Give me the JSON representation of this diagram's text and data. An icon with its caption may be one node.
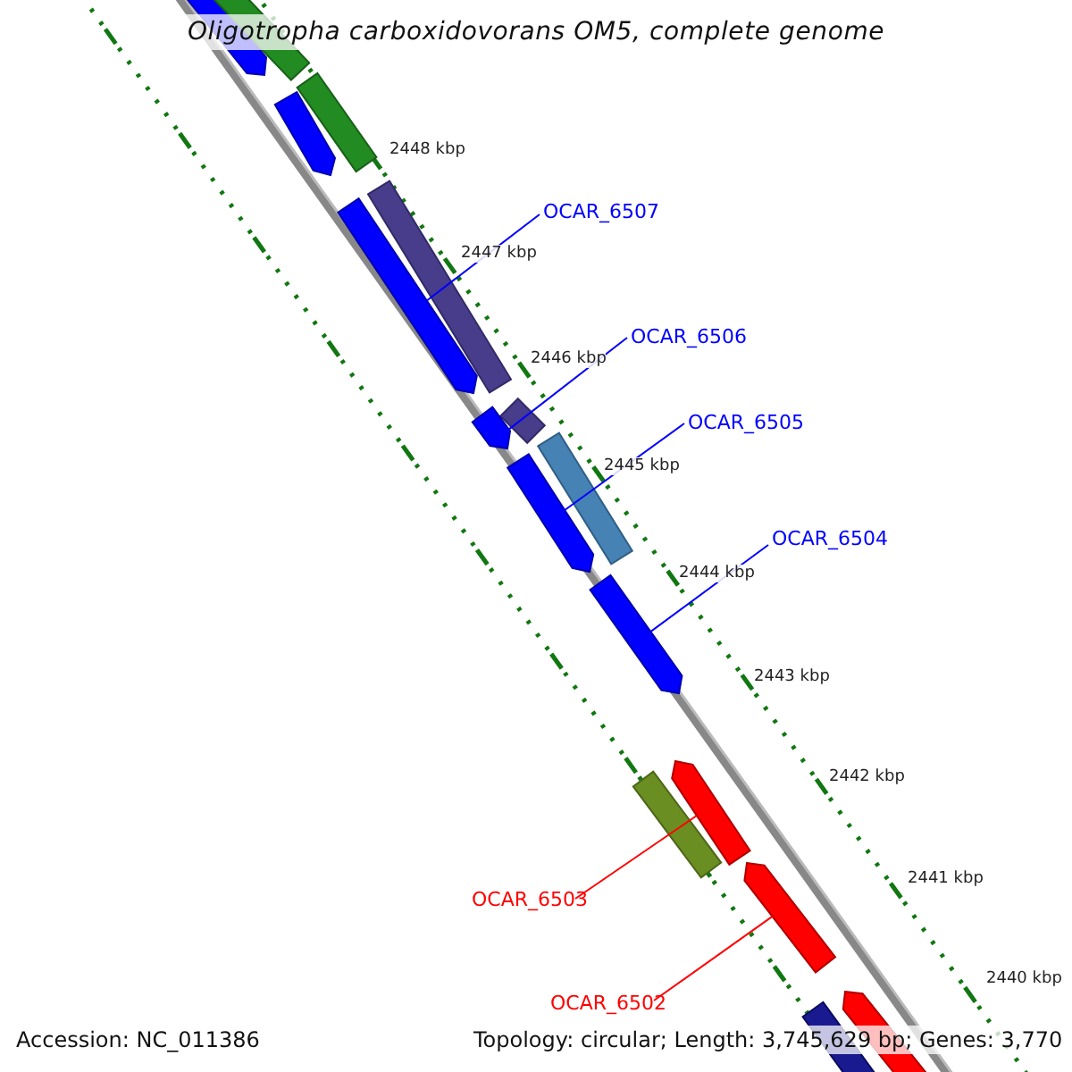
{
  "diagram": {
    "title": "Oligotropha carboxidovorans OM5, complete genome",
    "nodes": [
      {
        "text": [
          "OCAR_6507"
        ]
      },
      {
        "text": [
          "OCAR_6506"
        ]
      },
      {
        "text": [
          "OCAR_6505"
        ]
      },
      {
        "text": [
          "OCAR_6504"
        ]
      },
      {
        "text": [
          "OCAR_6503"
        ]
      },
      {
        "text": [
          "OCAR_6502"
        ]
      },
      {
        "text": [],
        "shape": "bar"
      },
      {
        "text": [],
        "shape": "bar"
      },
      {
        "text": [],
        "shape": "bar"
      },
      {
        "text": [],
        "shape": "bar"
      },
      {
        "text": [],
        "shape": "bar"
      },
      {
        "text": [],
        "shape": "bar"
      }
    ],
    "edges": [
      {
        "from": 0,
        "to": 6,
        "arrow": "none"
      },
      {
        "from": 1,
        "to": 7,
        "arrow": "none"
      },
      {
        "from": 2,
        "to": 8,
        "arrow": "none"
      },
      {
        "from": 3,
        "to": 9,
        "arrow": "none"
      },
      {
        "from": 4,
        "to": 10,
        "arrow": "none",
        "color": "#ff0000"
      },
      {
        "from": 5,
        "to": 11,
        "arrow": "none",
        "color": "#ff0000"
      }
    ],
    "labels": [
      "2448 kbp",
      "2447 kbp",
      "2446 kbp",
      "2445 kbp",
      "2444 kbp",
      "2443 kbp",
      "2442 kbp",
      "2441 kbp",
      "2440 kbp",
      "Accession: NC_011386",
      "Topology: circular; Length: 3,745,629 bp; Genes: 3,770"
    ]
  }
}
